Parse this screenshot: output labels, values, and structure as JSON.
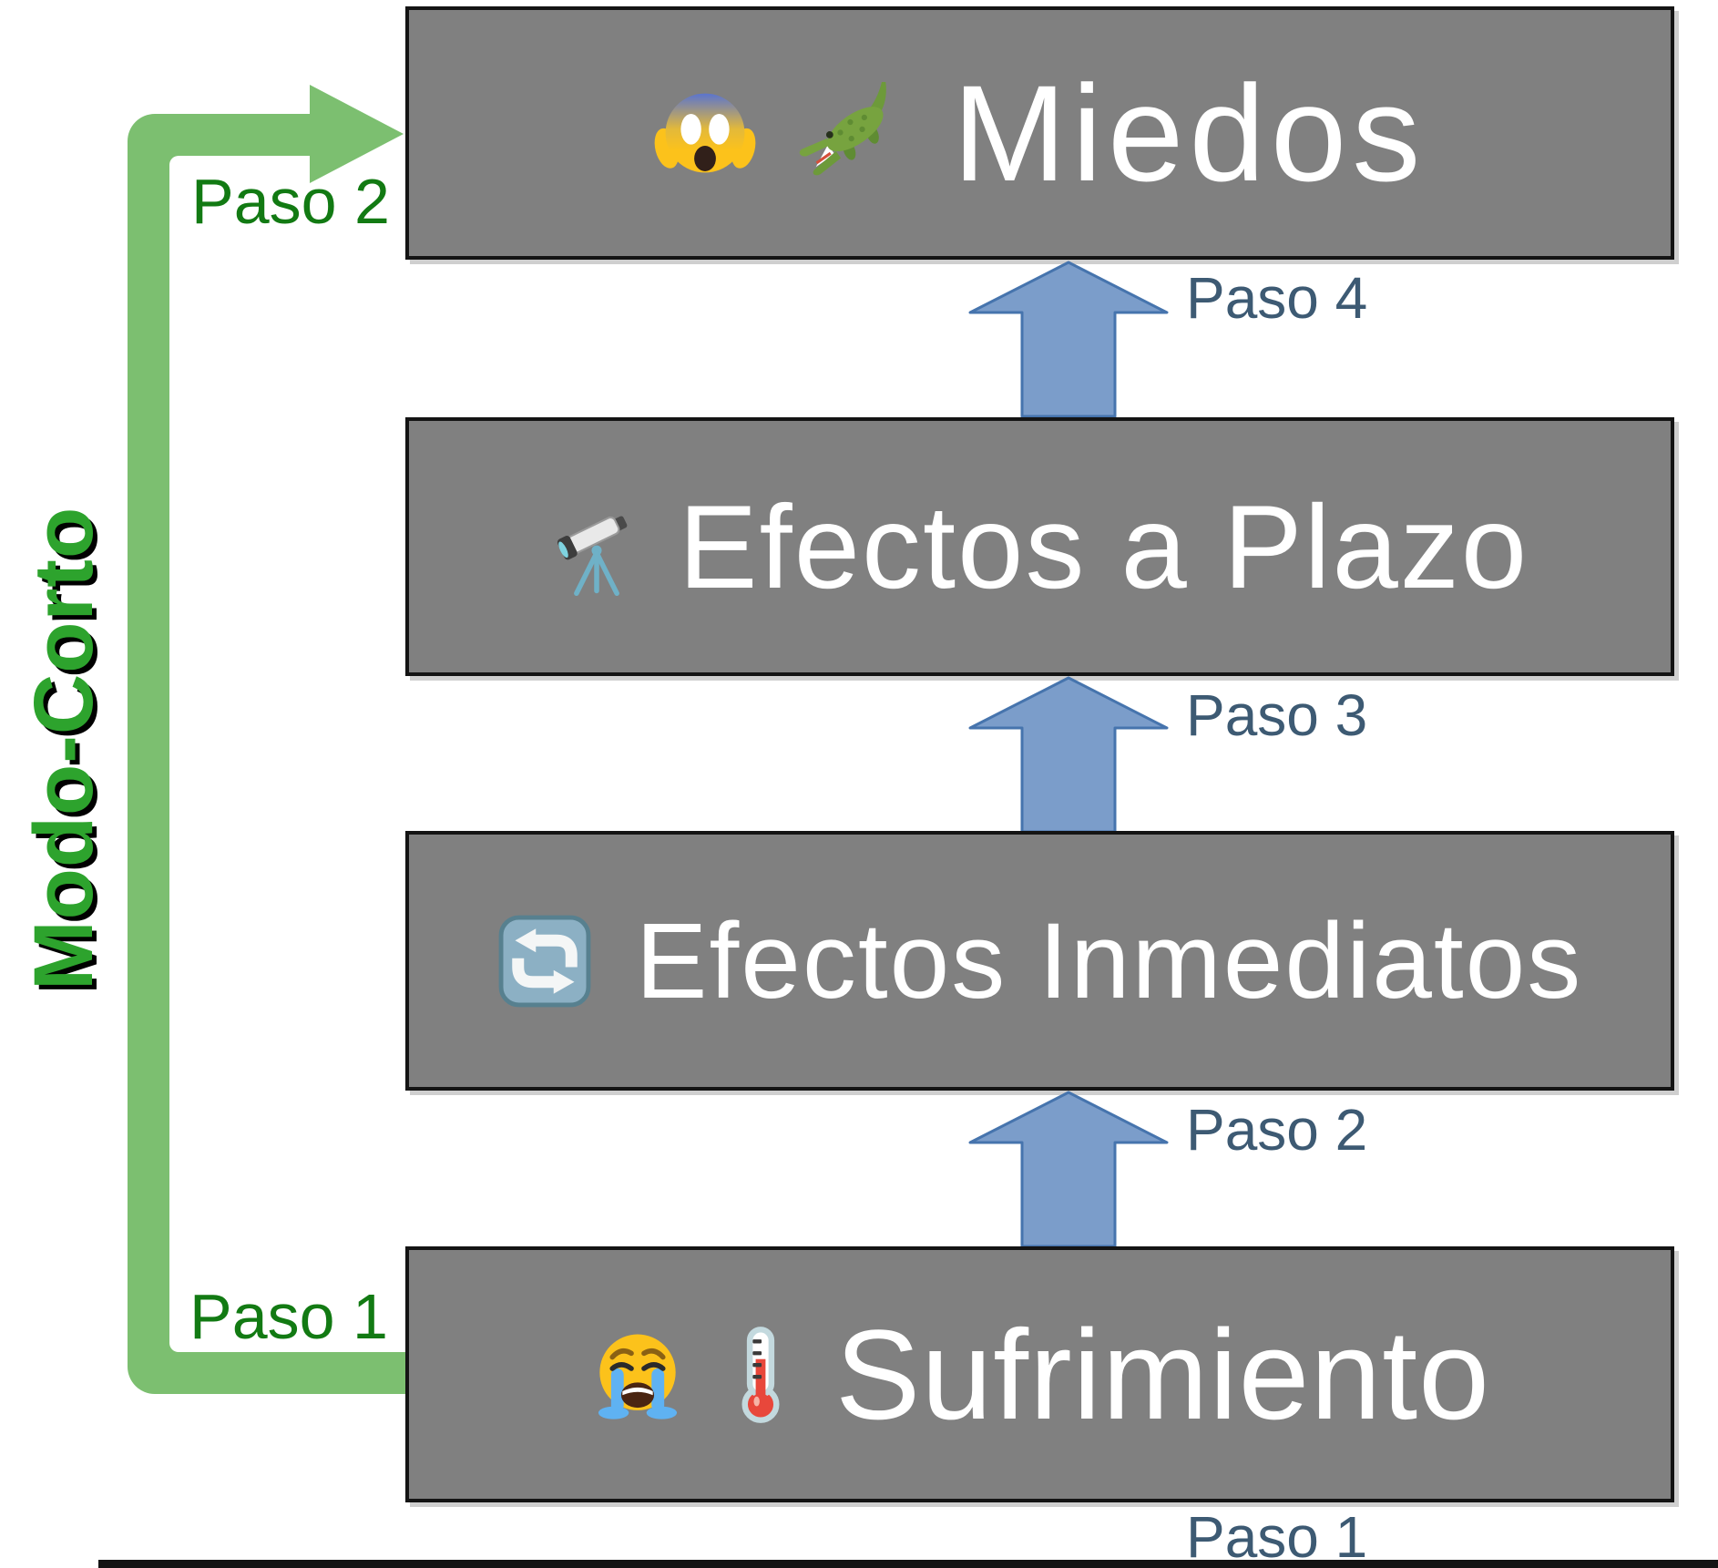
{
  "diagram": {
    "vertical_label": "Modo-Corto",
    "boxes": [
      {
        "label": "Miedos",
        "icons": [
          "face-screaming-in-fear",
          "crocodile"
        ]
      },
      {
        "label": "Efectos a Plazo",
        "icons": [
          "telescope"
        ]
      },
      {
        "label": "Efectos Inmediatos",
        "icons": [
          "repeat-arrows"
        ]
      },
      {
        "label": "Sufrimiento",
        "icons": [
          "loudly-crying-face",
          "thermometer"
        ]
      }
    ],
    "blue_step_labels": [
      "Paso 4",
      "Paso 3",
      "Paso 2",
      "Paso 1"
    ],
    "green_step_labels": {
      "top": "Paso 2",
      "bottom": "Paso 1"
    },
    "colors": {
      "box_fill": "#808080",
      "box_border": "#141414",
      "box_text": "#ffffff",
      "blue_arrow_fill": "#7b9dca",
      "blue_arrow_border": "#4674ad",
      "blue_label_text": "#3d5a73",
      "green_arrow_fill": "#7cbf70",
      "green_label_text": "#127a13",
      "vertical_label_text": "#2da32d"
    }
  }
}
